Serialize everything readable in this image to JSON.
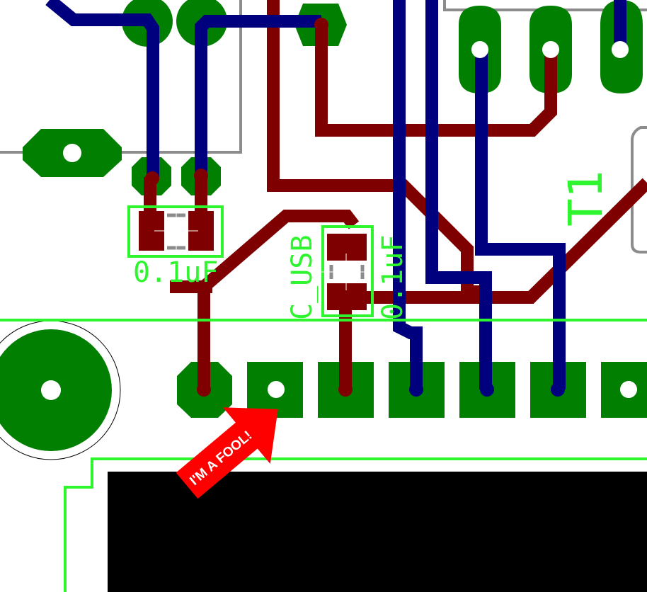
{
  "labels": {
    "t1": "T1",
    "c_usb": "C_USB",
    "cap_left_value": "0.1uF",
    "cap_right_value": "0.1uF",
    "arrow_text": "I'M A FOOL!"
  },
  "colors": {
    "background": "#ffffff",
    "copper_pad": "#007f00",
    "top_trace": "#7f0000",
    "bottom_trace": "#00007f",
    "silkscreen": "#2ef52e",
    "outline": "#8c8c8c",
    "arrow": "#ff0000",
    "display_module": "#000000"
  }
}
